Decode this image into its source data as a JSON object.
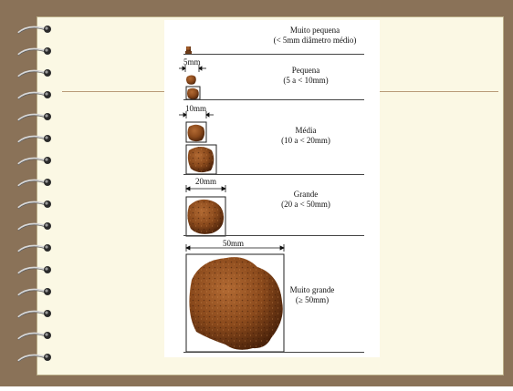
{
  "categories": [
    {
      "name": "Muito pequena",
      "range": "(< 5mm diâmetro médio)"
    },
    {
      "name": "Pequena",
      "range": "(5 a < 10mm)",
      "dimension": "5mm"
    },
    {
      "name": "Média",
      "range": "(10 a < 20mm)",
      "dimension": "10mm"
    },
    {
      "name": "Grande",
      "range": "(20 a < 50mm)",
      "dimension": "20mm"
    },
    {
      "name": "Muito grande",
      "range": "(≥ 50mm)",
      "dimension": "50mm"
    }
  ],
  "colors": {
    "frame": "#8a7258",
    "page": "#fbf8e4",
    "aggregate": "#8b4a1c"
  }
}
